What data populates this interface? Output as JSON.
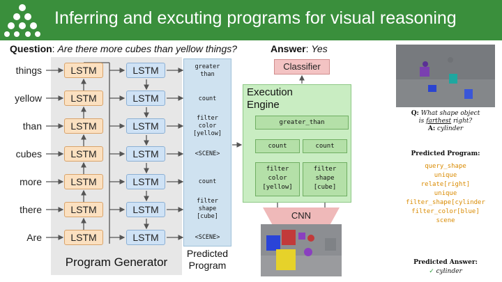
{
  "header": {
    "title": "Inferring and excuting programs for visual reasoning",
    "bg_color": "#3a8f3c",
    "logo_icon": "triangle-dots-logo-icon"
  },
  "question": {
    "label": "Question",
    "text": "Are there more cubes than yellow things?",
    "answer_label": "Answer",
    "answer_value": "Yes"
  },
  "program_generator": {
    "label": "Program Generator",
    "words": [
      "things",
      "yellow",
      "than",
      "cubes",
      "more",
      "there",
      "Are"
    ],
    "cell_label": "LSTM"
  },
  "predicted_program": {
    "label": "Predicted Program",
    "items": [
      "greater\nthan",
      "count",
      "filter\ncolor\n[yellow]",
      "<SCENE>",
      "count",
      "filter\nshape\n[cube]",
      "<SCENE>"
    ]
  },
  "execution_engine": {
    "classifier_label": "Classifier",
    "label": "Execution Engine",
    "greater_than": "greater_than",
    "count_left": "count",
    "count_right": "count",
    "filter_left": "filter\ncolor\n[yellow]",
    "filter_right": "filter\nshape\n[cube]",
    "cnn_label": "CNN"
  },
  "example": {
    "q_label": "Q:",
    "q_text_line1": "What shape object",
    "q_text_line2a": "is ",
    "q_text_underlined": "farthest",
    "q_text_line2b": " right?",
    "a_label": "A:",
    "a_text": "cylinder",
    "predicted_program_label": "Predicted Program:",
    "program_lines": [
      "query_shape",
      "unique",
      "relate[right]",
      "unique",
      "filter_shape[cylinder",
      "filter_color[blue]",
      "scene"
    ],
    "predicted_answer_label": "Predicted Answer:",
    "predicted_answer_check": "✓",
    "predicted_answer_value": "cylinder"
  }
}
